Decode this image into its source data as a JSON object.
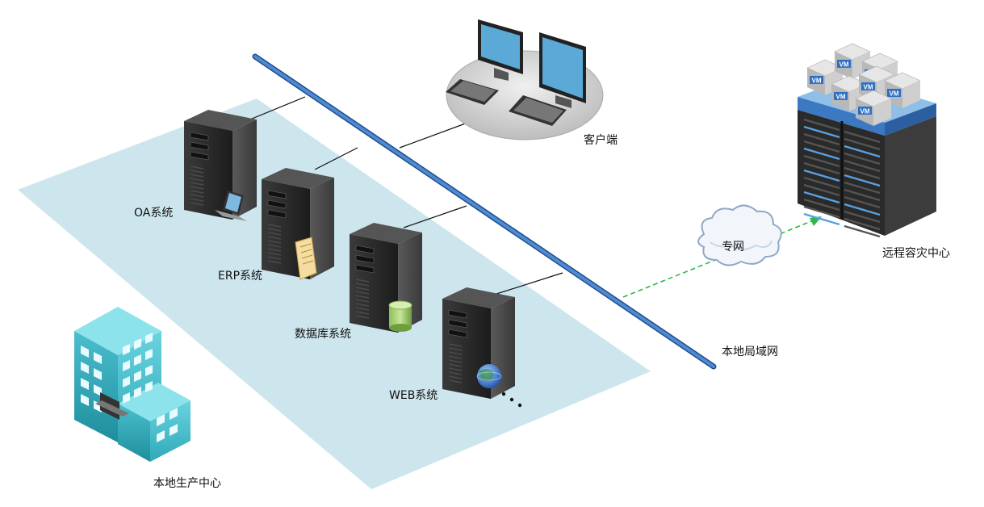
{
  "labels": {
    "client": "客户端",
    "oa": "OA系统",
    "erp": "ERP系统",
    "db": "数据库系统",
    "web": "WEB系统",
    "lan": "本地局域网",
    "private_net": "专网",
    "remote_dr": "远程容灾中心",
    "local_center": "本地生产中心",
    "vm": "VM"
  },
  "colors": {
    "zone": "#cde6ee",
    "bus": "#3d78c2",
    "link": "#2db84b",
    "server": "#2b2b2b",
    "building": "#4bc4d3"
  }
}
